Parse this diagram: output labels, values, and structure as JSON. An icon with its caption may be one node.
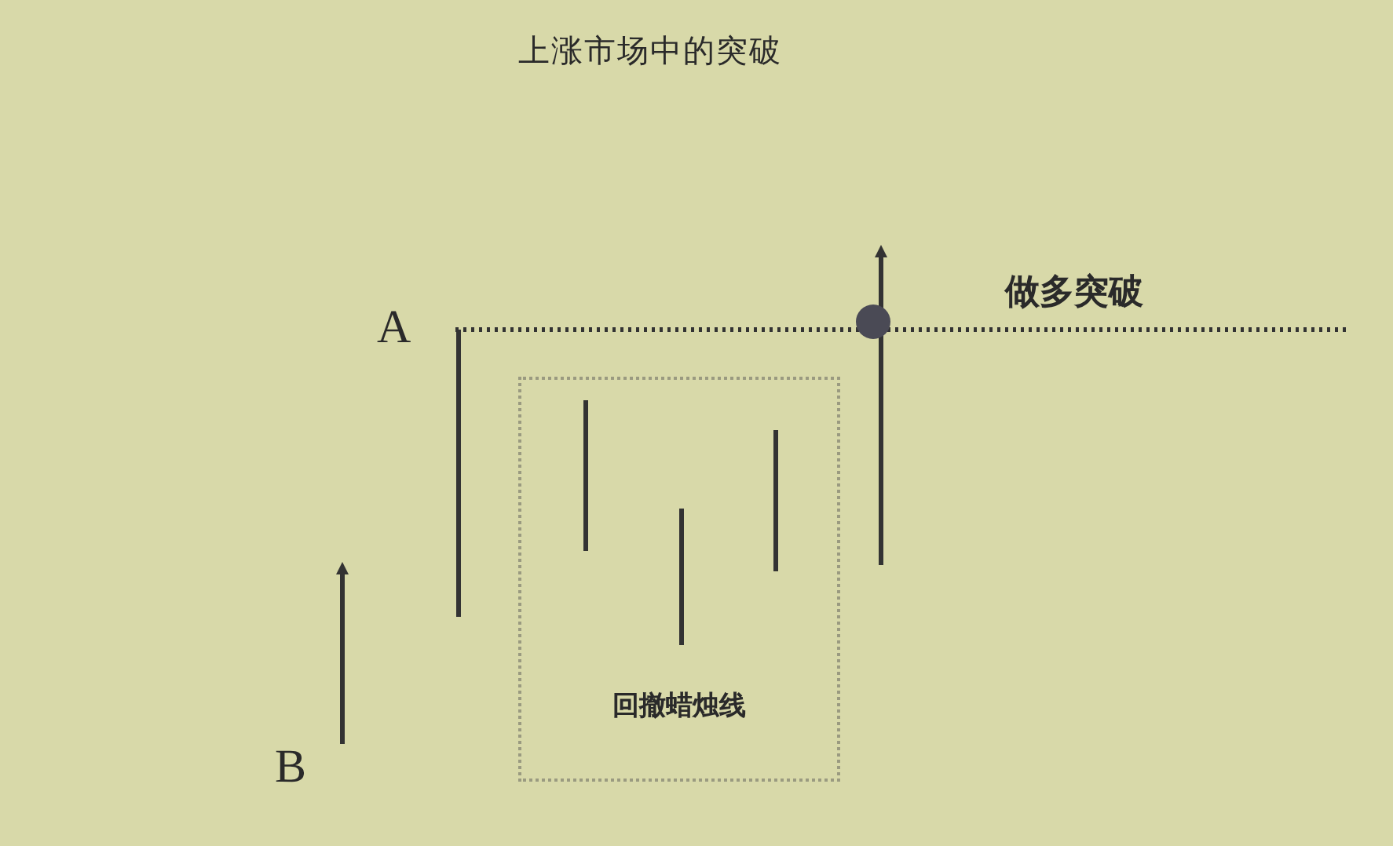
{
  "diagram": {
    "title": "上涨市场中的突破",
    "nodes": [
      {
        "text": [
          "回撤蜡烛线"
        ]
      }
    ],
    "labels": [
      "A",
      "做多突破",
      "B"
    ]
  }
}
